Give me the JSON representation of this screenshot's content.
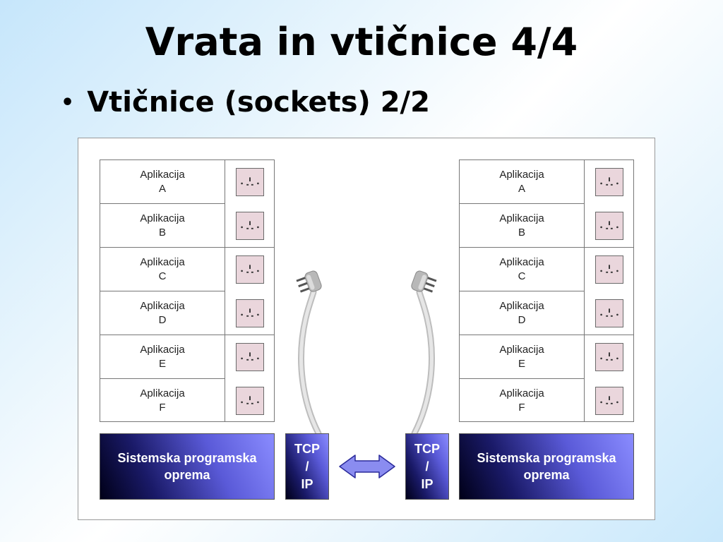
{
  "slide": {
    "title": "Vrata in vtičnice 4/4",
    "bullet": "•",
    "subtitle": "Vtičnice (sockets) 2/2"
  },
  "diagram": {
    "left": {
      "applications": [
        {
          "label": "Aplikacija",
          "letter": "A"
        },
        {
          "label": "Aplikacija",
          "letter": "B"
        },
        {
          "label": "Aplikacija",
          "letter": "C"
        },
        {
          "label": "Aplikacija",
          "letter": "D"
        },
        {
          "label": "Aplikacija",
          "letter": "E"
        },
        {
          "label": "Aplikacija",
          "letter": "F"
        }
      ],
      "system": {
        "line1": "Sistemska programska",
        "line2": "oprema"
      },
      "tcp": {
        "line1": "TCP",
        "line2": "/",
        "line3": "IP"
      }
    },
    "right": {
      "applications": [
        {
          "label": "Aplikacija",
          "letter": "A"
        },
        {
          "label": "Aplikacija",
          "letter": "B"
        },
        {
          "label": "Aplikacija",
          "letter": "C"
        },
        {
          "label": "Aplikacija",
          "letter": "D"
        },
        {
          "label": "Aplikacija",
          "letter": "E"
        },
        {
          "label": "Aplikacija",
          "letter": "F"
        }
      ],
      "system": {
        "line1": "Sistemska programska",
        "line2": "oprema"
      },
      "tcp": {
        "line1": "TCP",
        "line2": "/",
        "line3": "IP"
      }
    },
    "colors": {
      "socket_fill": "#ead6dc",
      "box_gradient_light": "#8a8cff",
      "box_gradient_dark": "#000018",
      "arrow_fill": "#8a8cf0",
      "cable": "#d4d4d4"
    }
  }
}
